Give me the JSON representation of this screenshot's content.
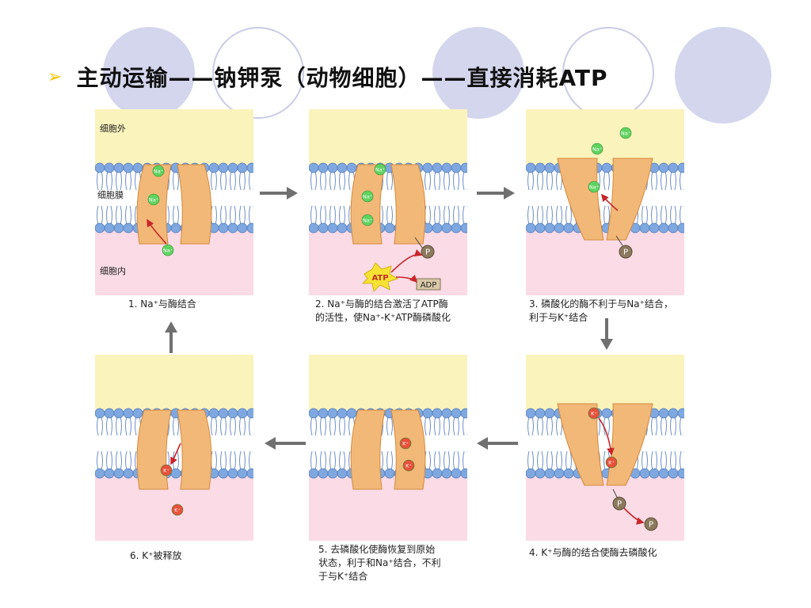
{
  "slide": {
    "title": "主动运输——钠钾泵（动物细胞）——直接消耗ATP"
  },
  "region_labels": {
    "outside": "细胞外",
    "membrane": "细胞膜",
    "inside": "细胞内"
  },
  "molecules": {
    "sodium": "Na⁺",
    "potassium": "K⁺",
    "phosphate": "P",
    "atp": "ATP",
    "adp": "ADP"
  },
  "steps": [
    {
      "caption": "1. Na⁺与酶结合"
    },
    {
      "caption": "2. Na⁺与酶的结合激活了ATP酶\n的活性，使Na⁺-K⁺ATP酶磷酸化"
    },
    {
      "caption": "3. 磷酸化的酶不利于与Na⁺结合，\n利于与K⁺结合"
    },
    {
      "caption": "4. K⁺与酶的结合使酶去磷酸化"
    },
    {
      "caption": "5. 去磷酸化使酶恢复到原始\n状态，利于和Na⁺结合，不利\n于与K⁺结合"
    },
    {
      "caption": "6. K⁺被释放"
    }
  ],
  "colors": {
    "outside": "#fbf3bc",
    "inside": "#fadbe6",
    "lipid_head": "#7fa8e0",
    "protein": "#f2b878",
    "sodium": "#5fd35f",
    "potassium": "#e8503a",
    "arrow": "#707070"
  }
}
